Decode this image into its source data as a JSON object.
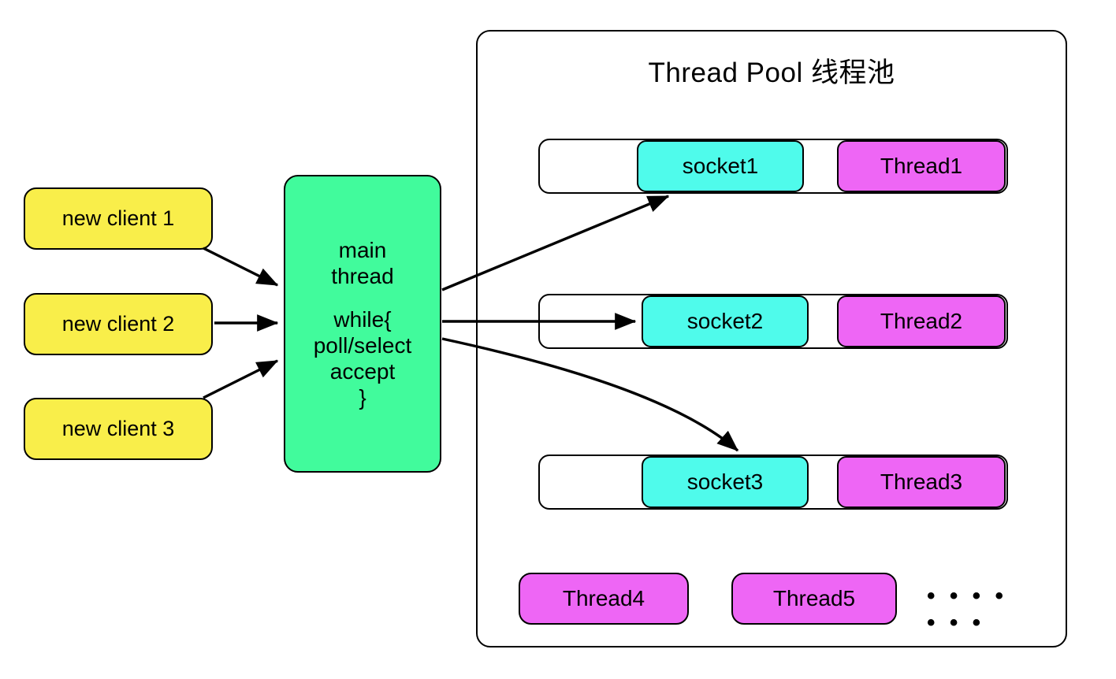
{
  "diagram": {
    "title": "Thread Pool 线程池",
    "clients": [
      {
        "label": "new client 1"
      },
      {
        "label": "new client 2"
      },
      {
        "label": "new client 3"
      }
    ],
    "main_thread": {
      "line1": "main",
      "line2": "thread",
      "line3": "while{",
      "line4": "poll/select",
      "line5": "accept",
      "line6": "}"
    },
    "pool": {
      "slots": [
        {
          "socket": "socket1",
          "thread": "Thread1"
        },
        {
          "socket": "socket2",
          "thread": "Thread2"
        },
        {
          "socket": "socket3",
          "thread": "Thread3"
        }
      ],
      "idle_threads": [
        {
          "label": "Thread4"
        },
        {
          "label": "Thread5"
        }
      ],
      "ellipsis": "• • • • • • •"
    },
    "colors": {
      "client": "#F9EE4A",
      "main_thread": "#41FB9C",
      "socket": "#4FFBEB",
      "thread": "#EE66F5",
      "stroke": "#000000",
      "background": "#FFFFFF"
    }
  }
}
